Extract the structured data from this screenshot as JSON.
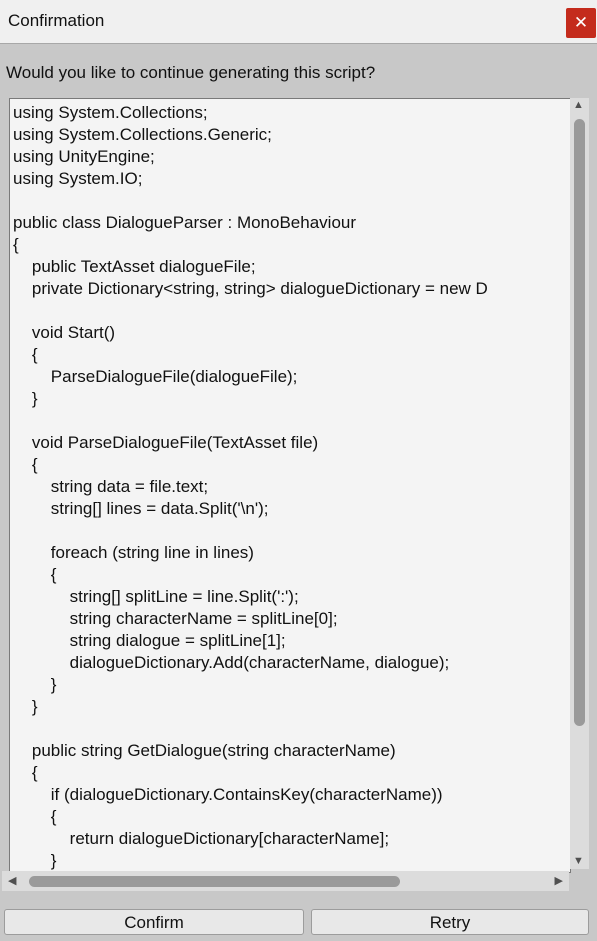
{
  "window": {
    "title": "Confirmation",
    "close_label": "✕"
  },
  "prompt": "Would you like to continue generating this script?",
  "code": "using System.Collections;\nusing System.Collections.Generic;\nusing UnityEngine;\nusing System.IO;\n\npublic class DialogueParser : MonoBehaviour\n{\n    public TextAsset dialogueFile;\n    private Dictionary<string, string> dialogueDictionary = new D\n\n    void Start()\n    {\n        ParseDialogueFile(dialogueFile);\n    }\n\n    void ParseDialogueFile(TextAsset file)\n    {\n        string data = file.text;\n        string[] lines = data.Split('\\n');\n\n        foreach (string line in lines)\n        {\n            string[] splitLine = line.Split(':');\n            string characterName = splitLine[0];\n            string dialogue = splitLine[1];\n            dialogueDictionary.Add(characterName, dialogue);\n        }\n    }\n\n    public string GetDialogue(string characterName)\n    {\n        if (dialogueDictionary.ContainsKey(characterName))\n        {\n            return dialogueDictionary[characterName];\n        }",
  "scrollbars": {
    "up_arrow": "▲",
    "down_arrow": "▼",
    "left_arrow": "◀",
    "right_arrow": "▶"
  },
  "buttons": {
    "confirm": "Confirm",
    "retry": "Retry"
  },
  "colors": {
    "close_button": "#c42b1c",
    "background": "#c8c8c8"
  }
}
